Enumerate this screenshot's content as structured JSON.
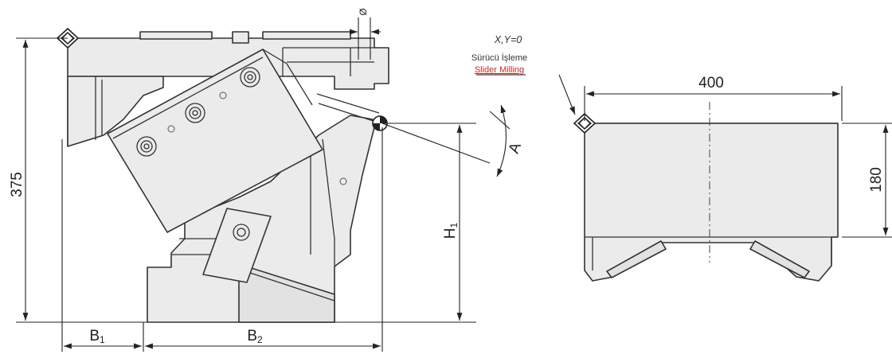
{
  "dimensions": {
    "height_375": "375",
    "b1": "B",
    "b1_sub": "1",
    "b2": "B",
    "b2_sub": "2",
    "h1": "H",
    "h1_sub": "1",
    "angle": "A",
    "phi": "Ø",
    "width_400": "400",
    "height_180": "180"
  },
  "origin_note": {
    "title": "X,Y=0",
    "line_tr": "Sürücü İşleme",
    "line_en": "Slider Milling"
  },
  "colors": {
    "part_fill": "#ebebeb",
    "line": "#333333",
    "note_red": "#c62828"
  }
}
